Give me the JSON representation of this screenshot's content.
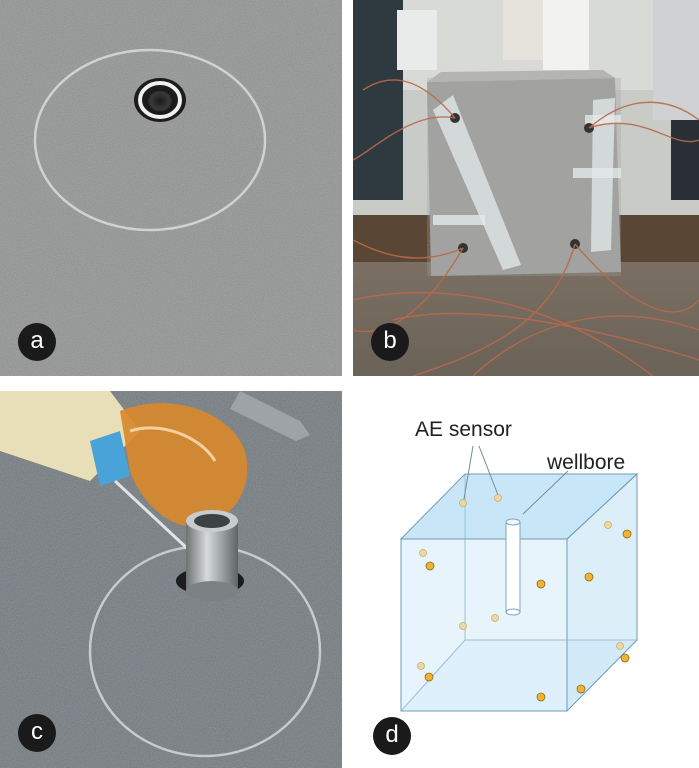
{
  "panels": {
    "a": {
      "label": "a"
    },
    "b": {
      "label": "b"
    },
    "c": {
      "label": "c"
    },
    "d": {
      "label": "d"
    }
  },
  "diagram": {
    "ae_sensor_label": "AE sensor",
    "wellbore_label": "wellbore"
  },
  "colors": {
    "granite": "#8b8e8c",
    "cube_face": "#d6ecf8",
    "cube_bottom": "#b4dcf4",
    "sensor_front": "#f2b233",
    "sensor_back": "#e8d9a8",
    "badge": "#1a1a1a"
  }
}
